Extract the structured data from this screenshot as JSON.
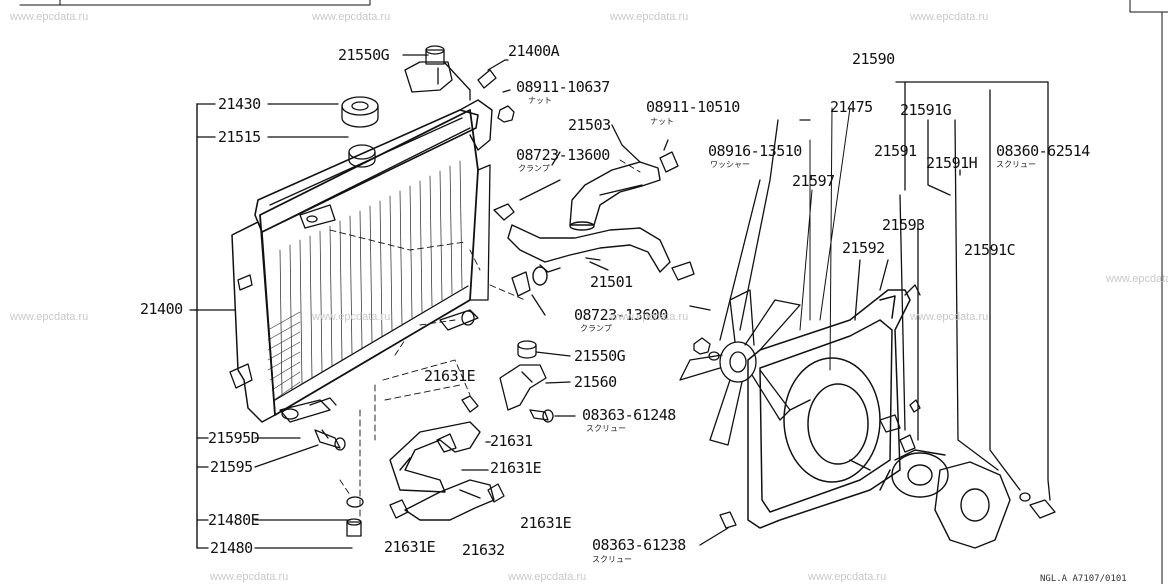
{
  "watermark": "www.epcdata.ru",
  "parts": {
    "p21550g_top": "21550G",
    "p21400a": "21400A",
    "p08911_10637": "08911-10637",
    "p08911_10637_sub": "ナット",
    "p21430": "21430",
    "p21515": "21515",
    "p21503": "21503",
    "p08911_10510": "08911-10510",
    "p08911_10510_sub": "ナット",
    "p21590": "21590",
    "p21475": "21475",
    "p21591g": "21591G",
    "p08723_13600_top": "08723-13600",
    "p08723_13600_top_sub": "クランプ",
    "p08916_13510": "08916-13510",
    "p08916_13510_sub": "ワッシャー",
    "p21591": "21591",
    "p21591h": "21591H",
    "p08360_62514": "08360-62514",
    "p08360_62514_sub": "スクリュー",
    "p21597": "21597",
    "p21593": "21593",
    "p21592": "21592",
    "p21591c": "21591C",
    "p21501": "21501",
    "p21400": "21400",
    "p08723_13600_bot": "08723-13600",
    "p08723_13600_bot_sub": "クランプ",
    "p21550g_mid": "21550G",
    "p21631e_a": "21631E",
    "p21560": "21560",
    "p08363_61248": "08363-61248",
    "p08363_61248_sub": "スクリュー",
    "p21595d": "21595D",
    "p21631": "21631",
    "p21631e_b": "21631E",
    "p21595": "21595",
    "p21480e": "21480E",
    "p21631e_c": "21631E",
    "p21480": "21480",
    "p21631e_d": "21631E",
    "p21632": "21632",
    "p08363_61238": "08363-61238",
    "p08363_61238_sub": "スクリュー"
  },
  "footer": "NGL.A A7107/0101"
}
